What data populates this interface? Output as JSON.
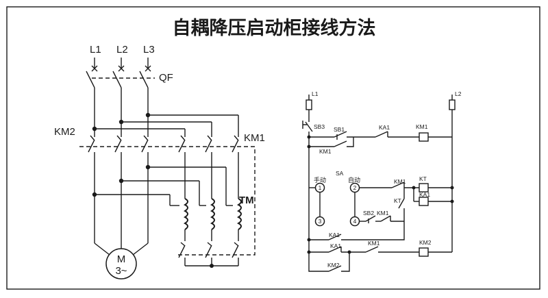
{
  "title": "自耦降压启动柜接线方法",
  "main_circuit": {
    "phases": [
      "L1",
      "L2",
      "L3"
    ],
    "breaker": "QF",
    "contactor_bypass": "KM2",
    "contactor_start": "KM1",
    "autotransformer": "TM",
    "motor_symbol": "M",
    "motor_phase": "3~"
  },
  "control_circuit": {
    "supply_left": "L1",
    "supply_right": "L2",
    "stop_button": "SB3",
    "start_button": "SB1",
    "start_hold_contact": "KM1",
    "row1_relay_contact": "KA1",
    "row1_coil": "KM1",
    "selector": "SA",
    "manual_label": "手动",
    "auto_label": "自动",
    "pos1": "1",
    "pos2": "2",
    "pos3": "3",
    "pos4": "4",
    "row2_contact": "KM1",
    "row2_coil": "KT",
    "row3_coil": "KA1",
    "timer_contact": "KT",
    "start_button_2": "SB2",
    "sb2_hold_contact": "KM1",
    "ka1_hold": "KA1",
    "row5_ka1": "KA1",
    "row5_km1": "KM1",
    "row5_coil": "KM2",
    "km2_hold": "KM2"
  }
}
